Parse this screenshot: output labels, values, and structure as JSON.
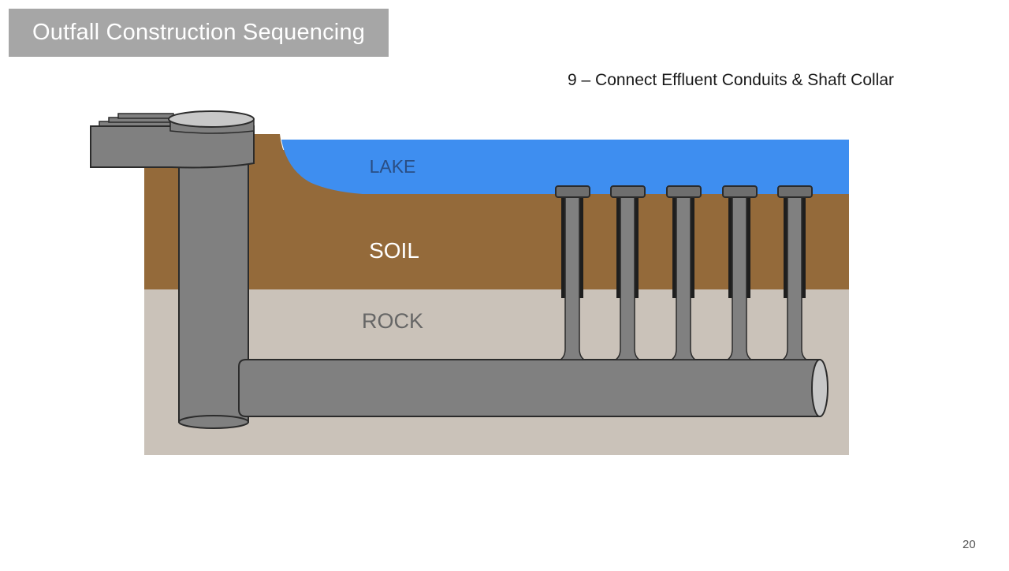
{
  "slide": {
    "title": "Outfall Construction Sequencing",
    "step_title": "9 – Connect Effluent Conduits & Shaft Collar",
    "page_number": "20"
  },
  "diagram": {
    "layers": [
      {
        "id": "lake",
        "label": "LAKE",
        "color": "#3e8ef0",
        "label_color": "#2a4e84"
      },
      {
        "id": "soil",
        "label": "SOIL",
        "color": "#946a3a",
        "label_color": "#ffffff"
      },
      {
        "id": "rock",
        "label": "ROCK",
        "color": "#cac2b9",
        "label_color": "#666666"
      }
    ],
    "structure_color": "#808080",
    "structure_outline": "#2b2b2b",
    "riser_count": 5
  }
}
